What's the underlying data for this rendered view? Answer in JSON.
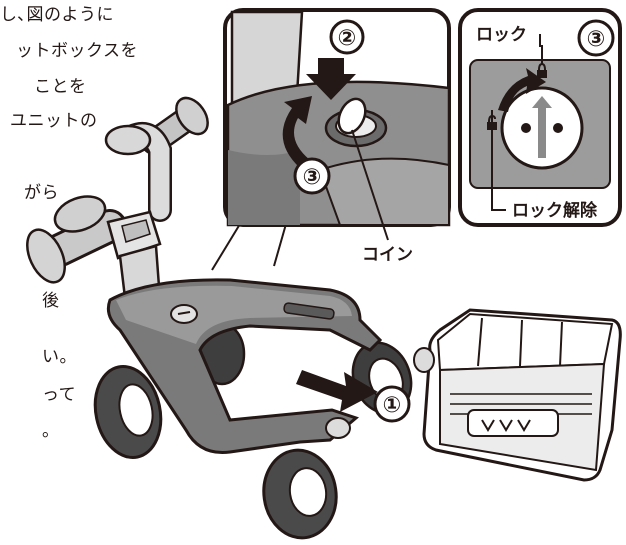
{
  "instructions": {
    "lines": [
      "し､図のように",
      "ットボックスを",
      "ことを",
      "ユニットの",
      "がら",
      "後",
      "い。",
      "って",
      "。"
    ]
  },
  "detail_left": {
    "badges": [
      "②",
      "③"
    ]
  },
  "detail_right": {
    "badge": "③",
    "lock_label": "ロック",
    "unlock_label": "ロック解除"
  },
  "callouts": {
    "coin_label": "コイン",
    "step_badge": "①"
  },
  "colors": {
    "ink": "#231815",
    "panel_gray": "#9a9a9a",
    "frame_gray": "#7d7d7d",
    "light_gray": "#c9c9c9",
    "blue_arrow": "#4a6fb0"
  }
}
